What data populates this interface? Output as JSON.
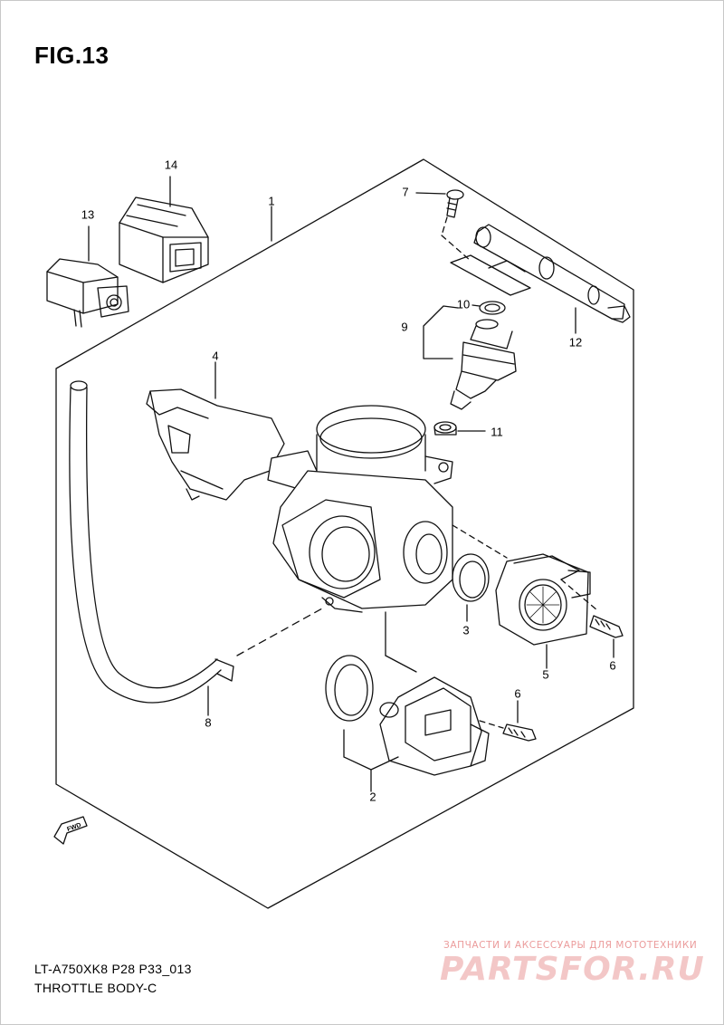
{
  "figure": {
    "title": "FIG.13",
    "model_code": "LT-A750XK8 P28 P33_013",
    "section_name": "THROTTLE BODY-C",
    "fwd_label": "FWD"
  },
  "callouts": [
    {
      "id": "1",
      "label": "1"
    },
    {
      "id": "2",
      "label": "2"
    },
    {
      "id": "3",
      "label": "3"
    },
    {
      "id": "4",
      "label": "4"
    },
    {
      "id": "5",
      "label": "5"
    },
    {
      "id": "6a",
      "label": "6"
    },
    {
      "id": "6b",
      "label": "6"
    },
    {
      "id": "7",
      "label": "7"
    },
    {
      "id": "8",
      "label": "8"
    },
    {
      "id": "9",
      "label": "9"
    },
    {
      "id": "10",
      "label": "10"
    },
    {
      "id": "11",
      "label": "11"
    },
    {
      "id": "12",
      "label": "12"
    },
    {
      "id": "13",
      "label": "13"
    },
    {
      "id": "14",
      "label": "14"
    }
  ],
  "watermark": {
    "caption": "ЗАПЧАСТИ И АКСЕССУАРЫ ДЛЯ МОТОТЕХНИКИ",
    "logo": "PARTSFOR.RU",
    "color": "#e06060"
  }
}
